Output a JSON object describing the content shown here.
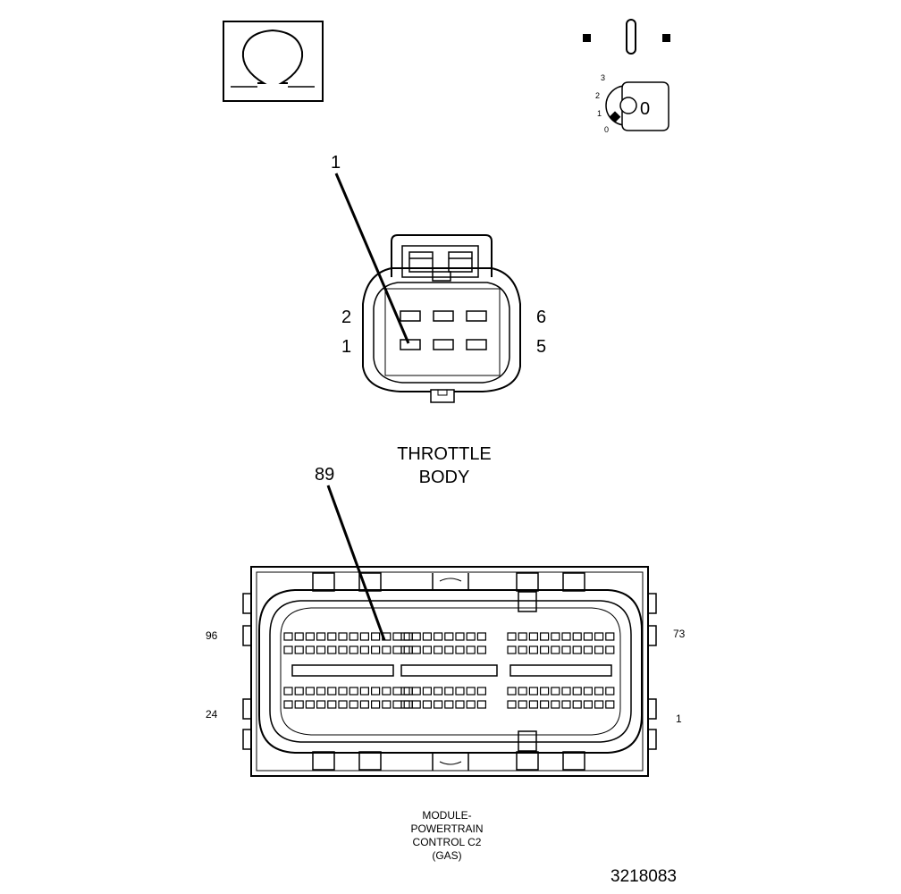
{
  "throttle_body": {
    "callout": "1",
    "pin_labels": {
      "top_left": "2",
      "bottom_left": "1",
      "top_right": "6",
      "bottom_right": "5"
    },
    "title_line1": "THROTTLE",
    "title_line2": "BODY"
  },
  "pcm": {
    "callout": "89",
    "pin_labels": {
      "top_left": "96",
      "bottom_left": "24",
      "top_right": "73",
      "bottom_right": "1"
    },
    "caption": [
      "MODULE-",
      "POWERTRAIN",
      "CONTROL C2",
      "(GAS)"
    ]
  },
  "ignition": {
    "positions": [
      "3",
      "2",
      "1",
      "0"
    ],
    "key_label": "0"
  },
  "figure_number": "3218083"
}
